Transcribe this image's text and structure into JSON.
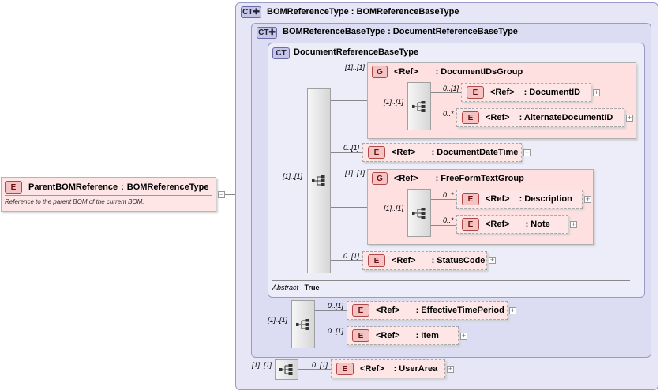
{
  "root": {
    "badge": "E",
    "name": "ParentBOMReference",
    "type": "BOMReferenceType",
    "documentation": "Reference to the parent BOM of the current BOM."
  },
  "complex_types": {
    "bom_reference_type": {
      "badge": "CT",
      "name": "BOMReferenceType",
      "base": "BOMReferenceBaseType"
    },
    "bom_reference_base_type": {
      "badge": "CT",
      "name": "BOMReferenceBaseType",
      "base": "DocumentReferenceBaseType"
    },
    "document_reference_base_type": {
      "badge": "CT",
      "name": "DocumentReferenceBaseType"
    }
  },
  "groups": {
    "document_ids_group": {
      "badge": "G",
      "ref": "<Ref>",
      "name": ": DocumentIDsGroup",
      "cardinality": "[1]..[1]"
    },
    "free_form_text_group": {
      "badge": "G",
      "ref": "<Ref>",
      "name": ": FreeFormTextGroup",
      "cardinality": "[1]..[1]"
    }
  },
  "elements": {
    "document_id": {
      "badge": "E",
      "ref": "<Ref>",
      "name": ": DocumentID",
      "cardinality": "0..[1]"
    },
    "alternate_document_id": {
      "badge": "E",
      "ref": "<Ref>",
      "name": ": AlternateDocumentID",
      "cardinality": "0..*"
    },
    "document_date_time": {
      "badge": "E",
      "ref": "<Ref>",
      "name": ": DocumentDateTime",
      "cardinality": "0..[1]"
    },
    "description": {
      "badge": "E",
      "ref": "<Ref>",
      "name": ": Description",
      "cardinality": "0..*"
    },
    "note": {
      "badge": "E",
      "ref": "<Ref>",
      "name": ": Note",
      "cardinality": "0..*"
    },
    "status_code": {
      "badge": "E",
      "ref": "<Ref>",
      "name": ": StatusCode",
      "cardinality": "0..[1]"
    },
    "effective_time_period": {
      "badge": "E",
      "ref": "<Ref>",
      "name": ": EffectiveTimePeriod",
      "cardinality": "0..[1]"
    },
    "item": {
      "badge": "E",
      "ref": "<Ref>",
      "name": ": Item",
      "cardinality": "0..[1]"
    },
    "user_area": {
      "badge": "E",
      "ref": "<Ref>",
      "name": ": UserArea",
      "cardinality": "0..[1]"
    }
  },
  "sequences": {
    "main_seq_card": "[1]..[1]",
    "ids_seq_card": "[1]..[1]",
    "text_seq_card": "[1]..[1]",
    "bom_seq_card": "[1]..[1]",
    "outer_seq_card": "[1]..[1]"
  },
  "abstract": {
    "label": "Abstract",
    "value": "True"
  },
  "expand_symbol": "+",
  "collapse_symbol": "−"
}
